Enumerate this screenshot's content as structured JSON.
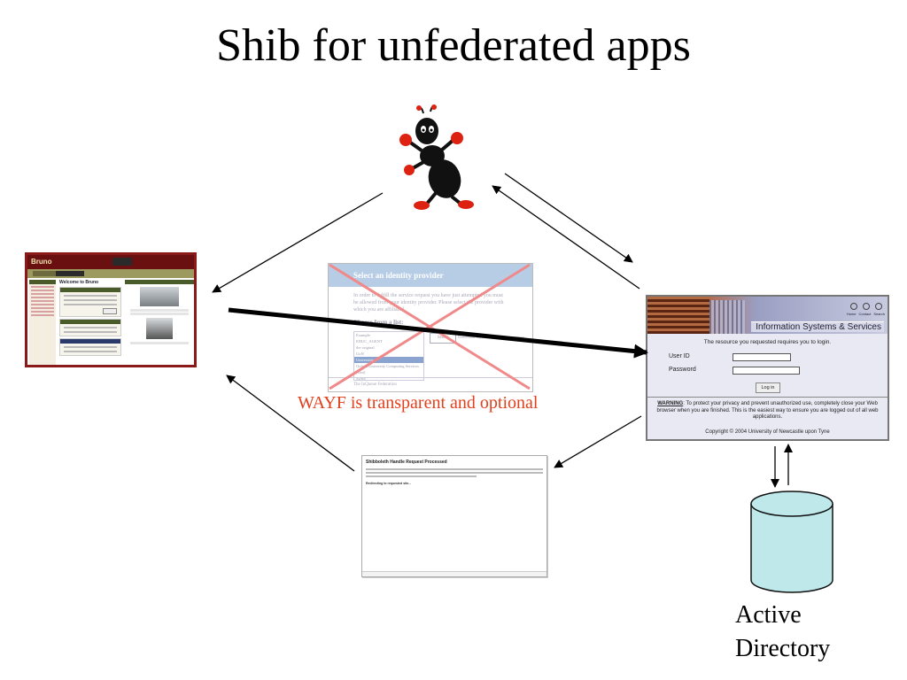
{
  "title": "Shib for unfederated apps",
  "wayf": {
    "caption": "WAYF is transparent and optional",
    "header": "Select an identity provider",
    "intro": "In order to fulfill the service request you have just attempted you must be allowed from your identity provider. Please select the provider with which you are affiliated.",
    "choose": "Choose from a list:",
    "list": [
      "Example",
      "EDUC_AGENT",
      "the original",
      "UoN",
      "Universities",
      "Oxford University Computing Services (Test)",
      "SDSS",
      "SDSS (Test)"
    ],
    "selected_index": 4,
    "select_button": "Select",
    "remember": "Remember my selection on this computer",
    "footer": "The InQueue Federation"
  },
  "bruno": {
    "title": "Bruno",
    "welcome": "Welcome to Bruno"
  },
  "login": {
    "header_links": [
      "Home",
      "Contact",
      "Search"
    ],
    "brand": "Information Systems & Services",
    "message": "The resource you requested requires you to login.",
    "user_label": "User ID",
    "password_label": "Password",
    "button": "Log in",
    "warning_label": "WARNING",
    "warning_text": ": To protect your privacy and prevent unauthorized use, completely close your Web browser when you are finished. This is the easiest way to ensure you are logged out of all web applications.",
    "copyright": "Copyright © 2004 University of Newcastle upon Tyne"
  },
  "shib": {
    "title": "Shibboleth Handle Request Processed",
    "redirect": "Redirecting to requested site..."
  },
  "directory": {
    "label_line1": "Active",
    "label_line2": "Directory"
  }
}
